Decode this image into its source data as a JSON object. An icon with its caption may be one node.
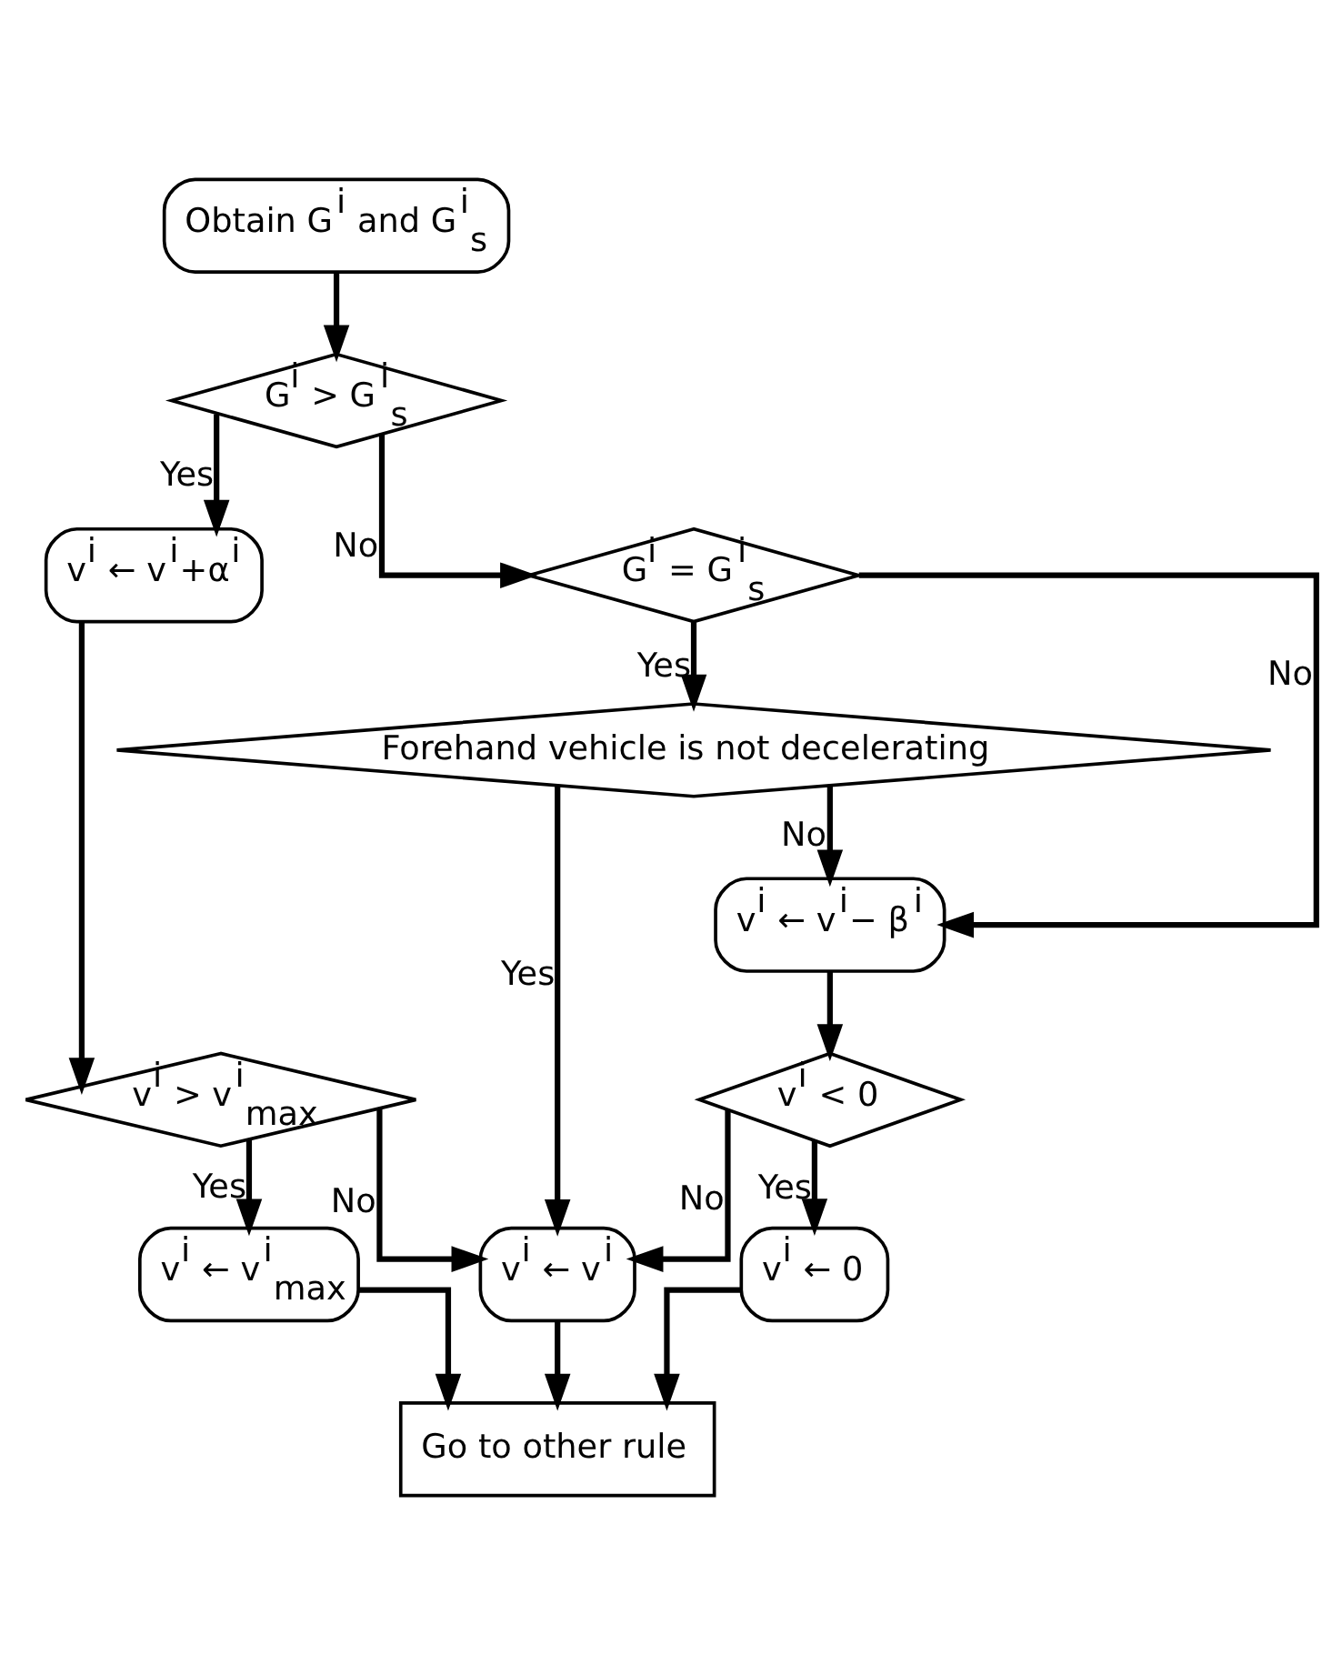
{
  "diagram": {
    "nodes": [
      {
        "text": [
          "Obtain G$^{i}$ and G$^{i}$$_{s}$"
        ]
      },
      {
        "text": [
          "G$^{i}$ > G$^{i}$$_{s}$"
        ]
      },
      {
        "text": [
          "v$^{i}$ ← v$^{i}$+α$^{i}$"
        ]
      },
      {
        "text": [
          "G$^{i}$ = G$^{i}$$_{s}$"
        ]
      },
      {
        "text": [
          "Forehand vehicle is not decelerating"
        ]
      },
      {
        "text": [
          "v$^{i}$ ← v$^{i}$− β$^{i}$"
        ]
      },
      {
        "text": [
          "v$^{i}$ > v$^{i}$$_{max}$"
        ]
      },
      {
        "text": [
          "v$^{i}$ < 0"
        ]
      },
      {
        "text": [
          "v$^{i}$ ← v$^{i}$$_{max}$"
        ]
      },
      {
        "text": [
          "v$^{i}$ ← v$^{i}$"
        ]
      },
      {
        "text": [
          "v$^{i}$ ← 0"
        ]
      },
      {
        "text": [
          "Go to other rule"
        ]
      }
    ],
    "edges": [
      {
        "from": 0,
        "to": 1,
        "arrow": "to"
      },
      {
        "from": 1,
        "to": 2,
        "arrow": "to",
        "label": "Yes"
      },
      {
        "from": 1,
        "to": 3,
        "arrow": "to",
        "label": "No"
      },
      {
        "from": 3,
        "to": 4,
        "arrow": "to",
        "label": "Yes"
      },
      {
        "from": 3,
        "to": 5,
        "arrow": "to",
        "label": "No"
      },
      {
        "from": 4,
        "to": 5,
        "arrow": "to",
        "label": "No"
      },
      {
        "from": 4,
        "to": 9,
        "arrow": "to",
        "label": "Yes"
      },
      {
        "from": 2,
        "to": 6,
        "arrow": "to"
      },
      {
        "from": 5,
        "to": 7,
        "arrow": "to"
      },
      {
        "from": 6,
        "to": 8,
        "arrow": "to",
        "label": "Yes"
      },
      {
        "from": 6,
        "to": 9,
        "arrow": "to",
        "label": "No"
      },
      {
        "from": 7,
        "to": 9,
        "arrow": "to",
        "label": "No"
      },
      {
        "from": 7,
        "to": 10,
        "arrow": "to",
        "label": "Yes"
      },
      {
        "from": 8,
        "to": 11,
        "arrow": "to"
      },
      {
        "from": 9,
        "to": 11,
        "arrow": "to"
      },
      {
        "from": 10,
        "to": 11,
        "arrow": "to"
      }
    ]
  }
}
